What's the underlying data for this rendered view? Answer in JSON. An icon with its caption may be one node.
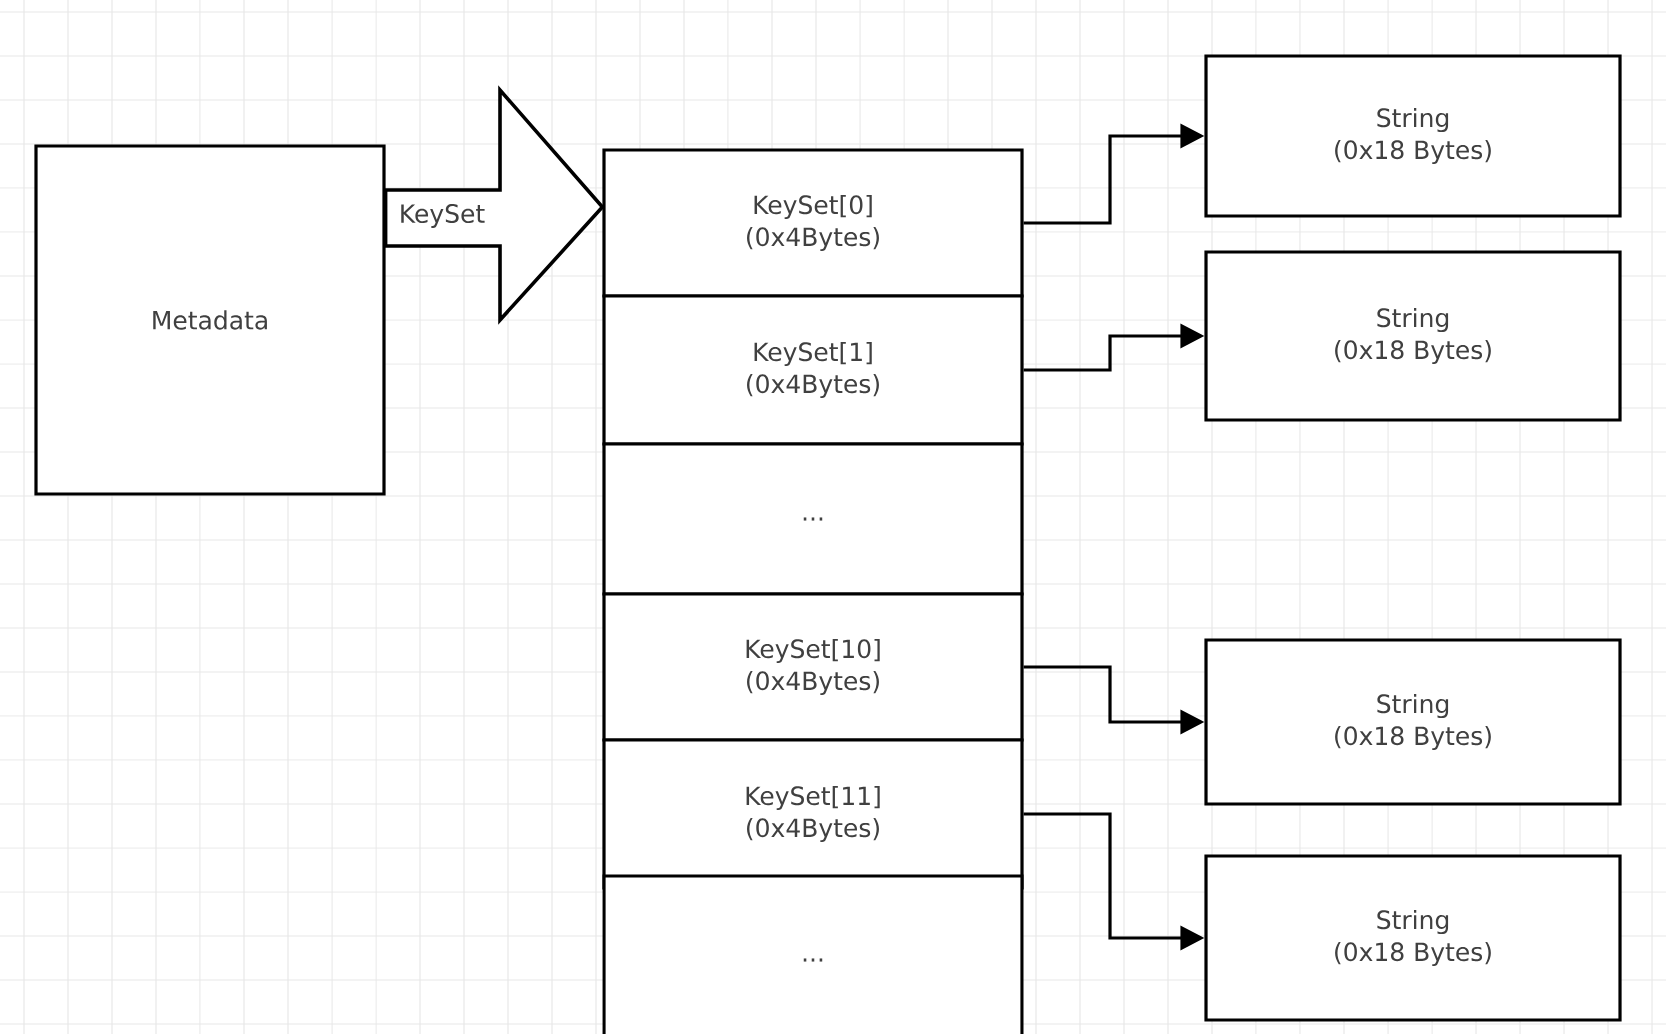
{
  "diagram": {
    "nodes": [
      {
        "text": [
          "Metadata"
        ]
      },
      {
        "text": [
          "KeySet[0]",
          "(0x4Bytes)"
        ]
      },
      {
        "text": [
          "KeySet[1]",
          "(0x4Bytes)"
        ]
      },
      {
        "text": [
          "..."
        ]
      },
      {
        "text": [
          "KeySet[10]",
          "(0x4Bytes)"
        ]
      },
      {
        "text": [
          "KeySet[11]",
          "(0x4Bytes)"
        ]
      },
      {
        "text": [
          "..."
        ]
      },
      {
        "text": [
          "String",
          "(0x18 Bytes)"
        ]
      },
      {
        "text": [
          "String",
          "(0x18 Bytes)"
        ]
      },
      {
        "text": [
          "String",
          "(0x18 Bytes)"
        ]
      },
      {
        "text": [
          "String",
          "(0x18 Bytes)"
        ]
      }
    ],
    "edges": [
      {
        "from": 0,
        "to": 1,
        "arrow": "to",
        "label": "KeySet",
        "style": "thick"
      },
      {
        "from": 1,
        "to": 7,
        "arrow": "to"
      },
      {
        "from": 2,
        "to": 8,
        "arrow": "to"
      },
      {
        "from": 4,
        "to": 9,
        "arrow": "to"
      },
      {
        "from": 5,
        "to": 10,
        "arrow": "to"
      }
    ]
  }
}
